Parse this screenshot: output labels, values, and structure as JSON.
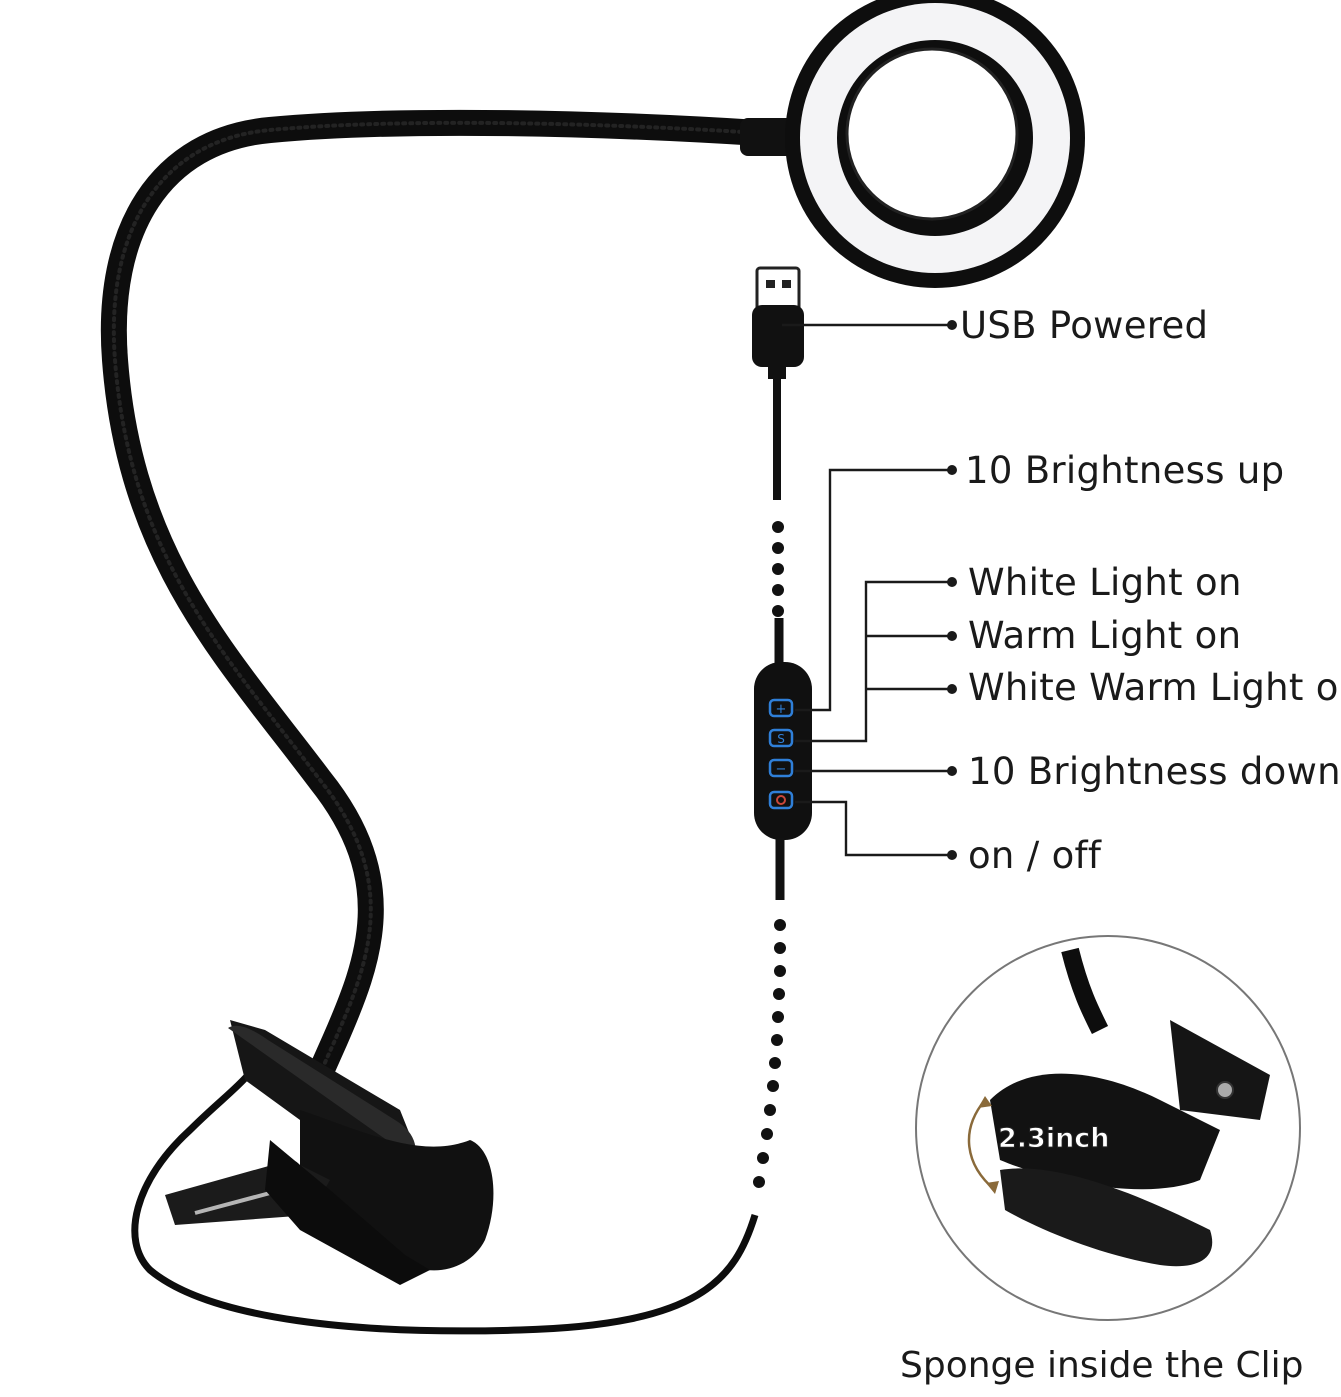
{
  "labels": {
    "usb": "USB Powered",
    "bright_up": "10 Brightness up",
    "white_on": "White Light on",
    "warm_on": "Warm Light on",
    "white_warm_on": "White Warm Light on",
    "bright_down": "10 Brightness down",
    "on_off": "on / off"
  },
  "inset": {
    "dimension": "2.3inch",
    "caption": "Sponge inside the Clip"
  },
  "colors": {
    "product": "#111111",
    "ring_light": "#f4f4f6",
    "button_blue": "#2f7fd8",
    "button_power": "#c9473a",
    "leader_line": "#1a1a1a"
  }
}
